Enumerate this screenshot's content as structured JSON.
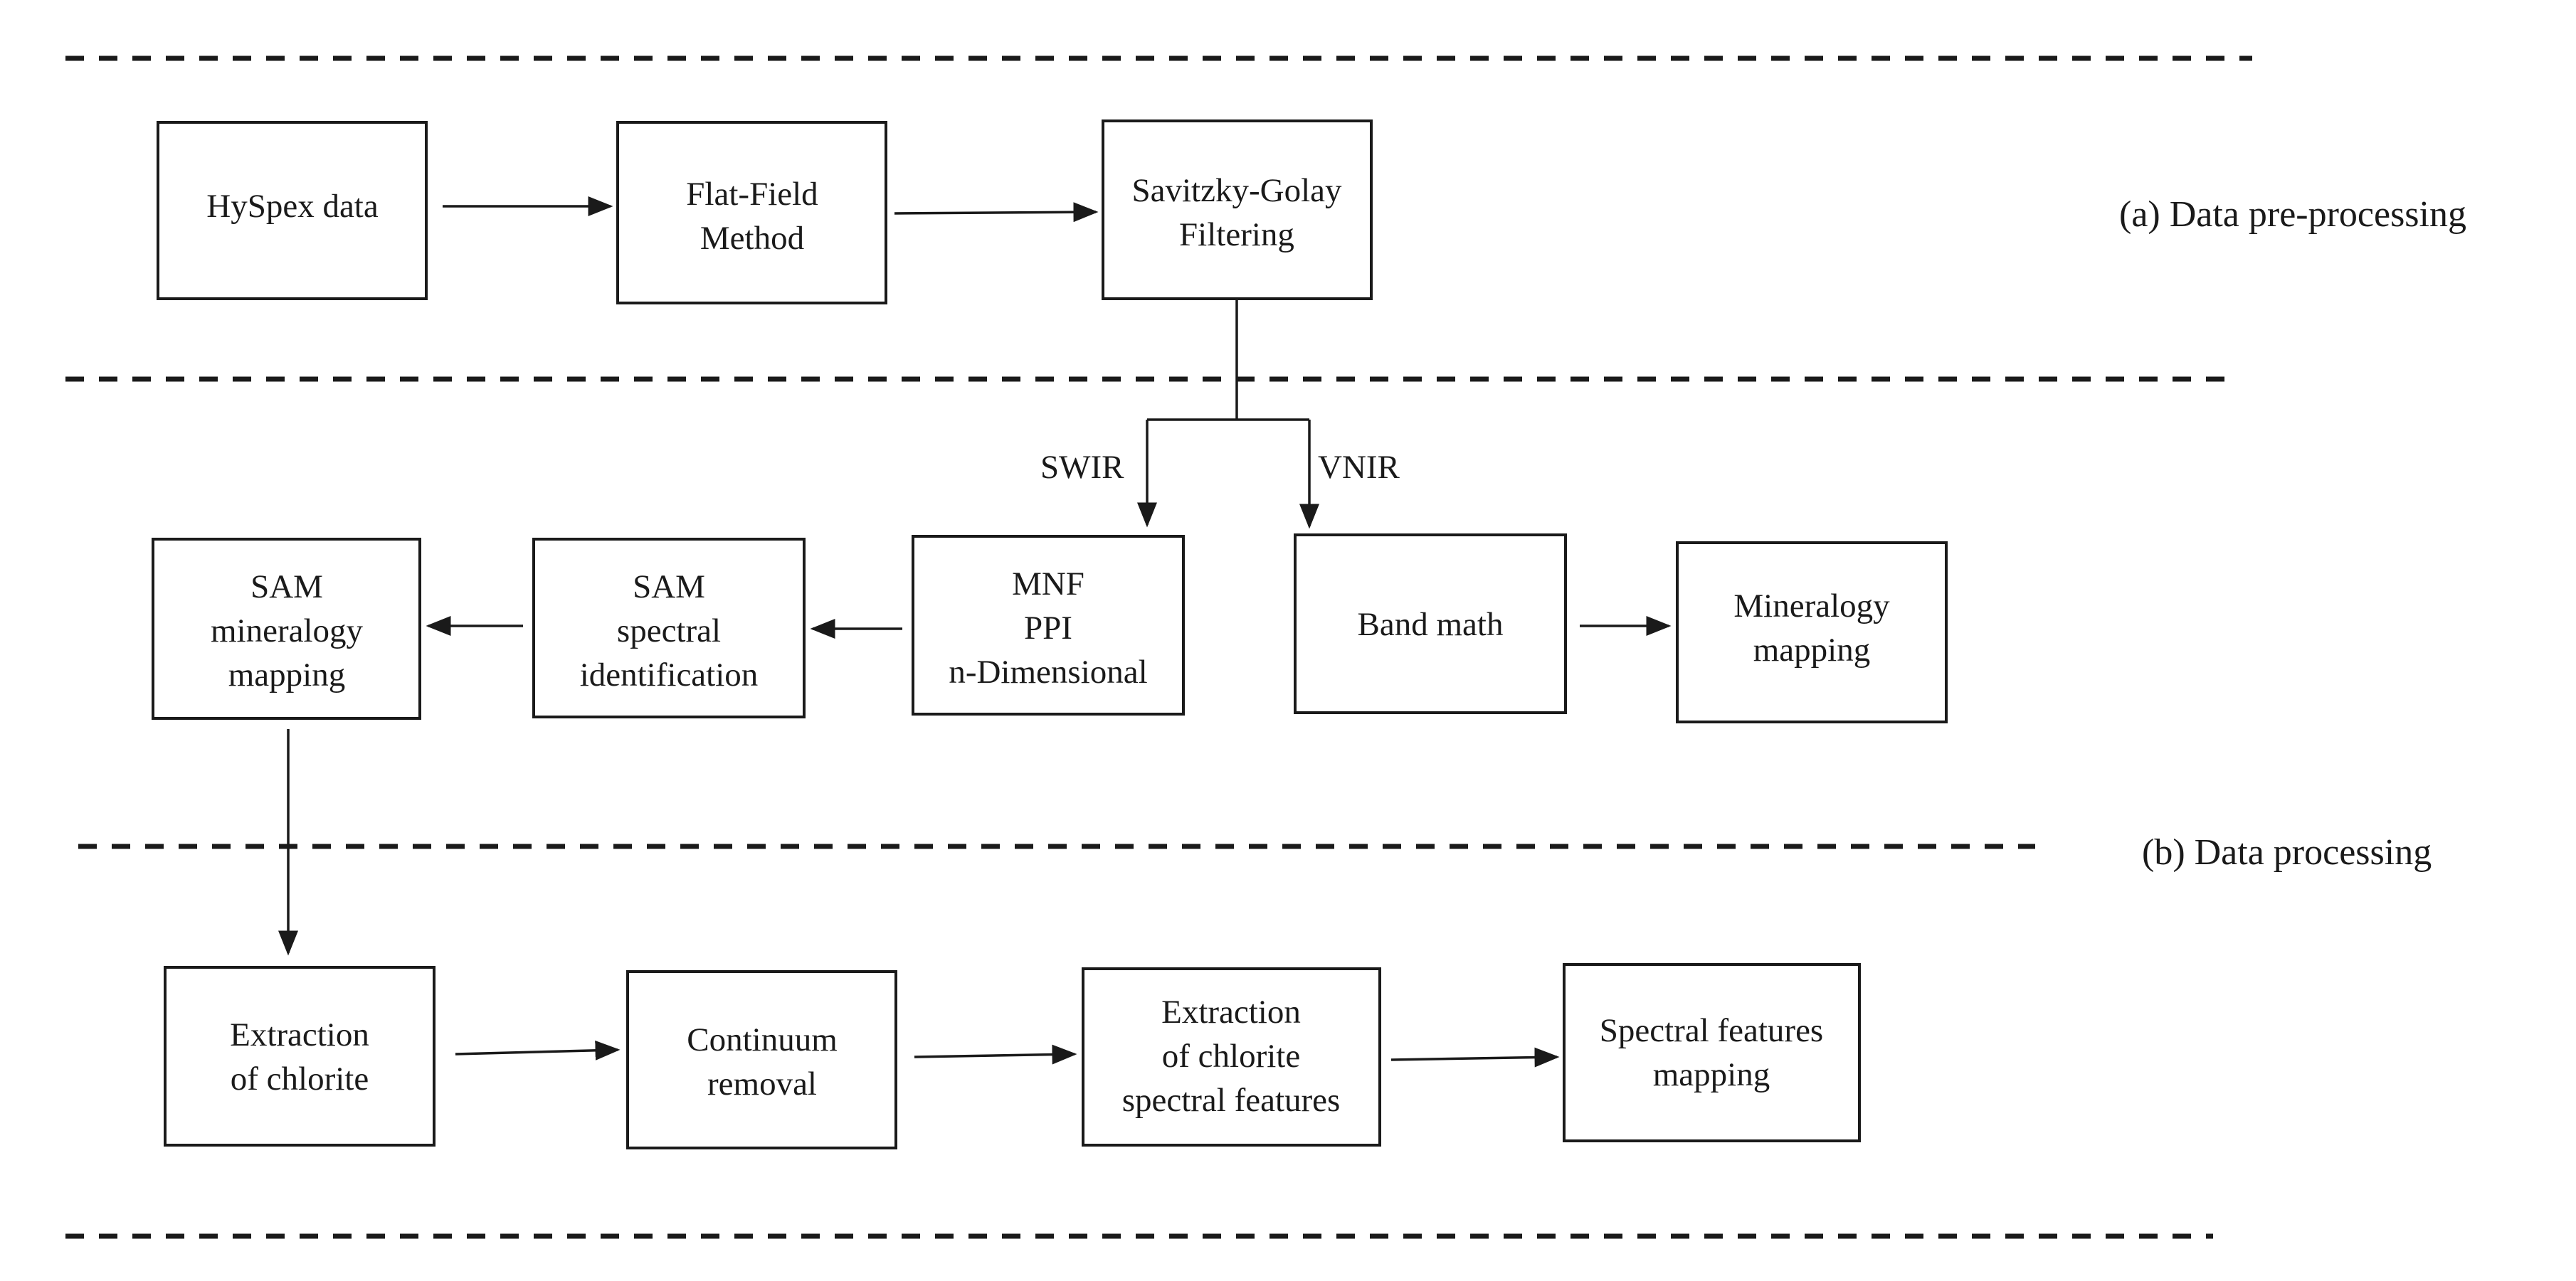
{
  "sections": {
    "preprocessing": "(a) Data pre-processing",
    "processing": "(b) Data processing"
  },
  "branches": {
    "swir": "SWIR",
    "vnir": "VNIR"
  },
  "boxes": {
    "hyspex": [
      "HySpex  data"
    ],
    "flat_field": [
      "Flat-Field",
      "Method"
    ],
    "savitzky": [
      "Savitzky-Golay",
      "Filtering"
    ],
    "mnf": [
      "MNF",
      "PPI",
      "n-Dimensional"
    ],
    "sam_spectral": [
      "SAM",
      "spectral",
      "identification"
    ],
    "sam_mapping": [
      "SAM",
      "mineralogy",
      "mapping"
    ],
    "band_math": [
      "Band math"
    ],
    "mineralogy_mapping": [
      "Mineralogy",
      "mapping"
    ],
    "extraction_chlorite": [
      "Extraction",
      "of chlorite"
    ],
    "continuum": [
      "Continuum",
      "removal"
    ],
    "extraction_features": [
      "Extraction",
      "of chlorite",
      "spectral features"
    ],
    "features_mapping": [
      "Spectral features",
      "mapping"
    ]
  }
}
